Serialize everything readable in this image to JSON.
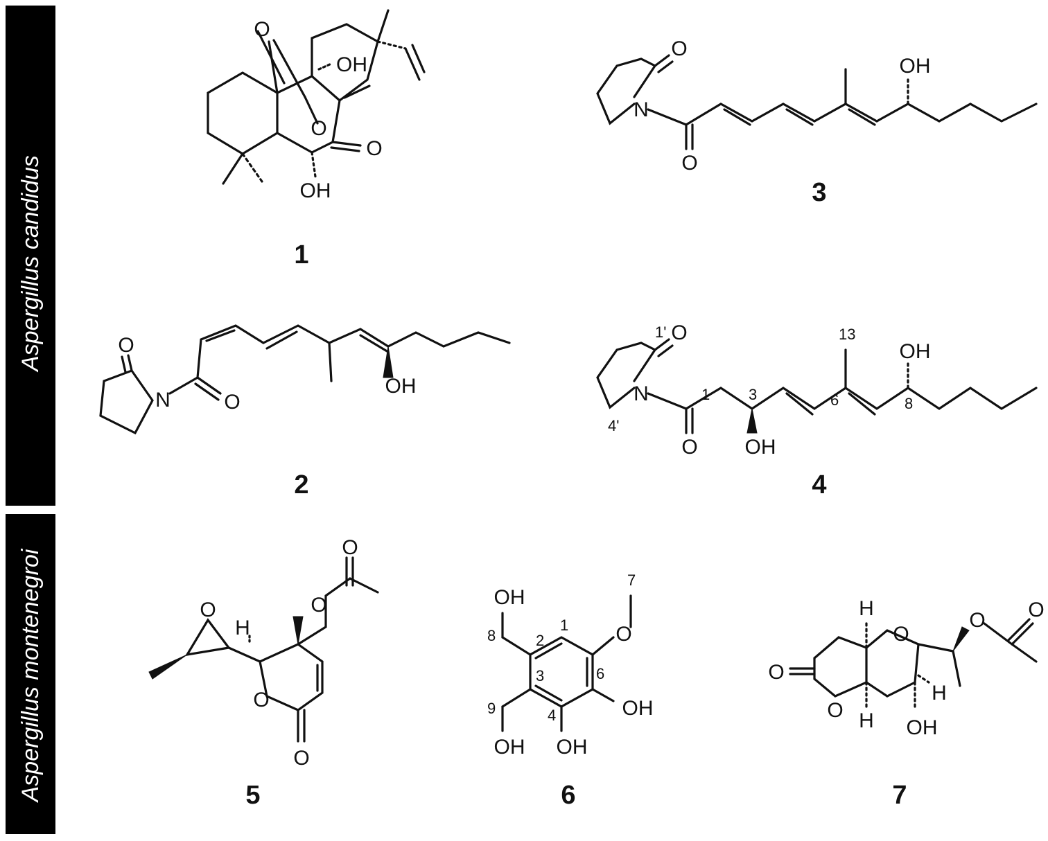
{
  "groups": [
    {
      "species": "Aspergillus candidus"
    },
    {
      "species": "Aspergillus montenegroi"
    }
  ],
  "compounds": [
    {
      "id": "1"
    },
    {
      "id": "2"
    },
    {
      "id": "3"
    },
    {
      "id": "4"
    },
    {
      "id": "5"
    },
    {
      "id": "6"
    },
    {
      "id": "7"
    }
  ],
  "atom_labels": {
    "O": "O",
    "OH": "OH",
    "N": "N",
    "H": "H"
  },
  "position_labels": {
    "c4": [
      "1'",
      "1",
      "3",
      "6",
      "13",
      "8",
      "4'"
    ],
    "c6": [
      "7",
      "1",
      "2",
      "8",
      "6",
      "3",
      "9",
      "4"
    ]
  },
  "colors": {
    "bar": "#000000",
    "bar_text": "#ffffff",
    "ink": "#111111"
  }
}
